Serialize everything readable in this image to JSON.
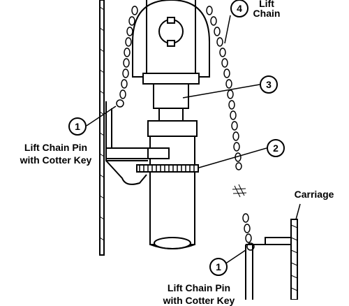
{
  "callouts": [
    {
      "id": "callout-1-upper",
      "number": "1"
    },
    {
      "id": "callout-2",
      "number": "2"
    },
    {
      "id": "callout-3",
      "number": "3"
    },
    {
      "id": "callout-4",
      "number": "4"
    },
    {
      "id": "callout-1-lower",
      "number": "1"
    }
  ],
  "labels": {
    "lift_chain_line1": "Lift",
    "lift_chain_line2": "Chain",
    "pin_upper_line1": "Lift Chain Pin",
    "pin_upper_line2": "with Cotter Key",
    "carriage": "Carriage",
    "pin_lower_line1": "Lift Chain Pin",
    "pin_lower_line2": "with Cotter Key"
  }
}
